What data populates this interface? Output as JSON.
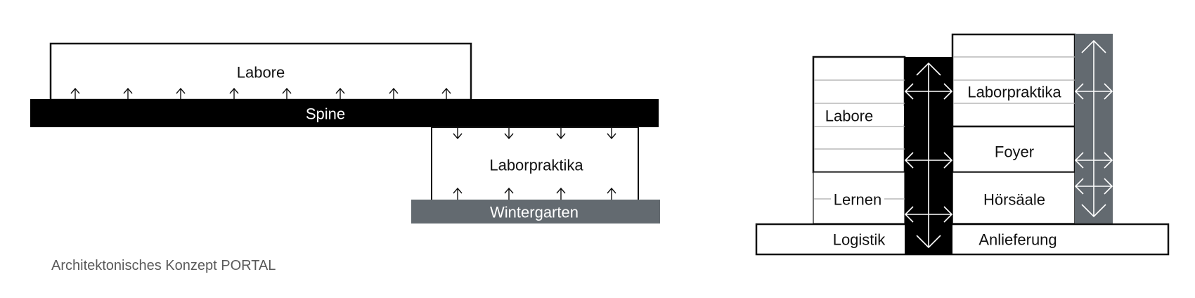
{
  "left_diagram": {
    "labore": "Labore",
    "spine": "Spine",
    "laborpraktika": "Laborpraktika",
    "wintergarten": "Wintergarten",
    "caption": "Architektonisches Konzept PORTAL"
  },
  "right_diagram": {
    "labore": "Labore",
    "lernen": "Lernen",
    "laborpraktika": "Laborpraktika",
    "foyer": "Foyer",
    "hoersaele": "Hörsäale",
    "logistik": "Logistik",
    "anlieferung": "Anlieferung"
  },
  "colors": {
    "spine": "#000000",
    "wintergarten": "#636a70",
    "text": "#111111",
    "caption": "#5a5a5a"
  }
}
